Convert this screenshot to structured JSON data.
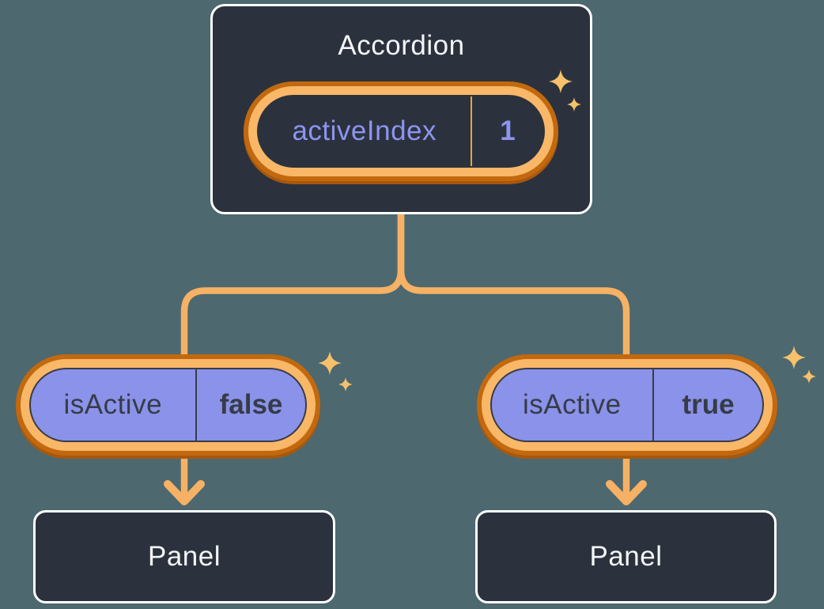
{
  "diagram": {
    "root": {
      "label": "Accordion",
      "state_pill": {
        "name": "activeIndex",
        "value": "1"
      }
    },
    "children": [
      {
        "prop_pill": {
          "name": "isActive",
          "value": "false"
        },
        "panel_label": "Panel"
      },
      {
        "prop_pill": {
          "name": "isActive",
          "value": "true"
        },
        "panel_label": "Panel"
      }
    ],
    "icons": [
      "sparkle-icon",
      "arrow-down-icon"
    ],
    "colors": {
      "background": "#4d686f",
      "box_fill": "#2c323d",
      "box_border": "#ffffff",
      "pill_fill": "#8b92ea",
      "ring_inner": "#f9b768",
      "ring_outer": "#c2690f",
      "connector": "#f6b165",
      "sparkle": "#f7c06a",
      "state_text": "#8c95ef",
      "prop_text": "#363c47",
      "title_text": "#f3f5f8"
    }
  }
}
